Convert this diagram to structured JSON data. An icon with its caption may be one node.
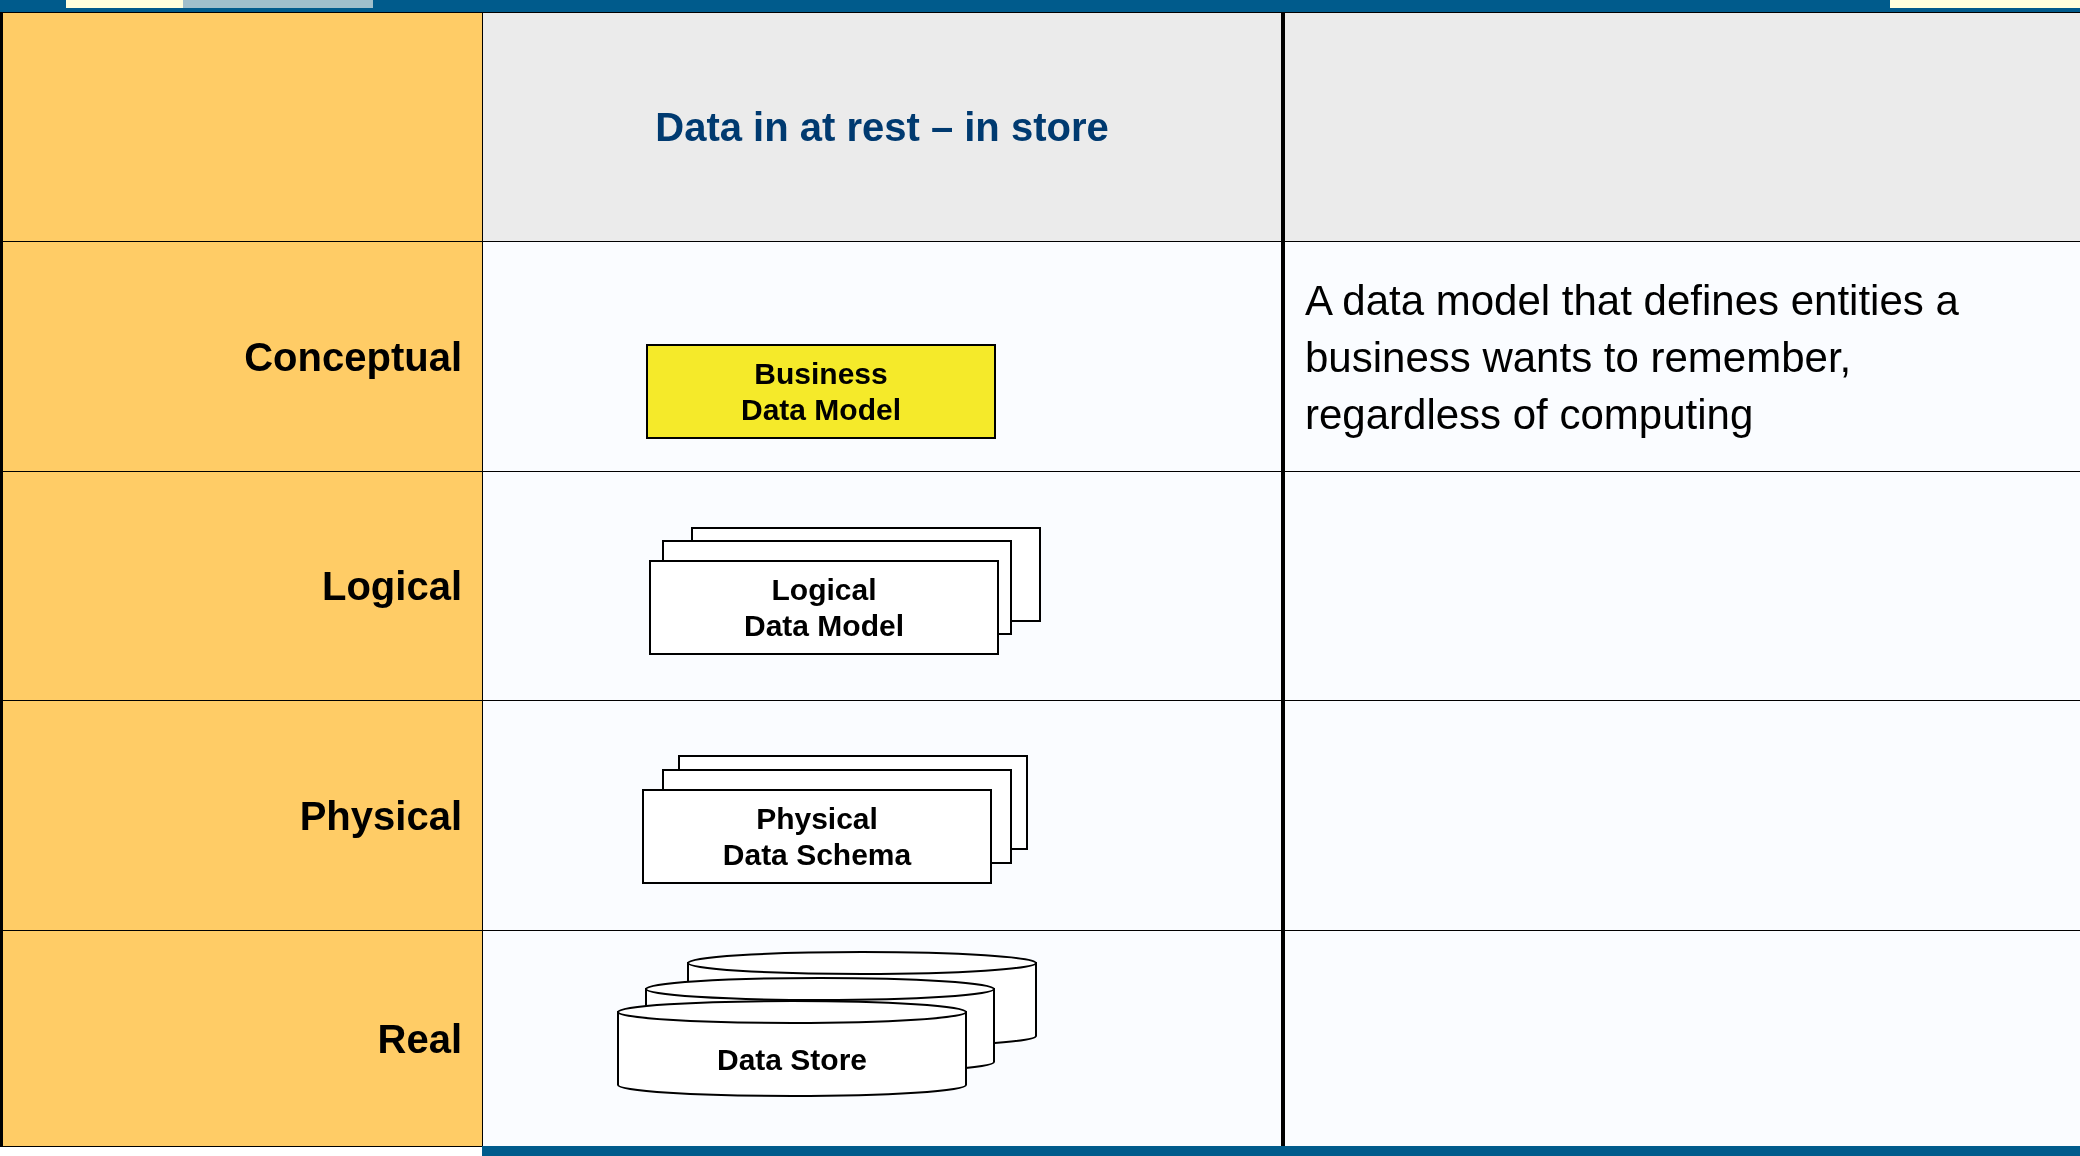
{
  "diagram": {
    "nodes": [
      {
        "text": [
          "Business Data Model"
        ]
      },
      {
        "text": [
          "Logical Data Model"
        ]
      },
      {
        "text": [
          "Physical Data Schema"
        ]
      },
      {
        "text": [
          "Data Store"
        ]
      }
    ],
    "labels": [
      "Data in at rest – in store",
      "Conceptual",
      "A data model that defines entities a business wants to remember, regardless of computing",
      "Logical",
      "Physical",
      "Real"
    ]
  }
}
